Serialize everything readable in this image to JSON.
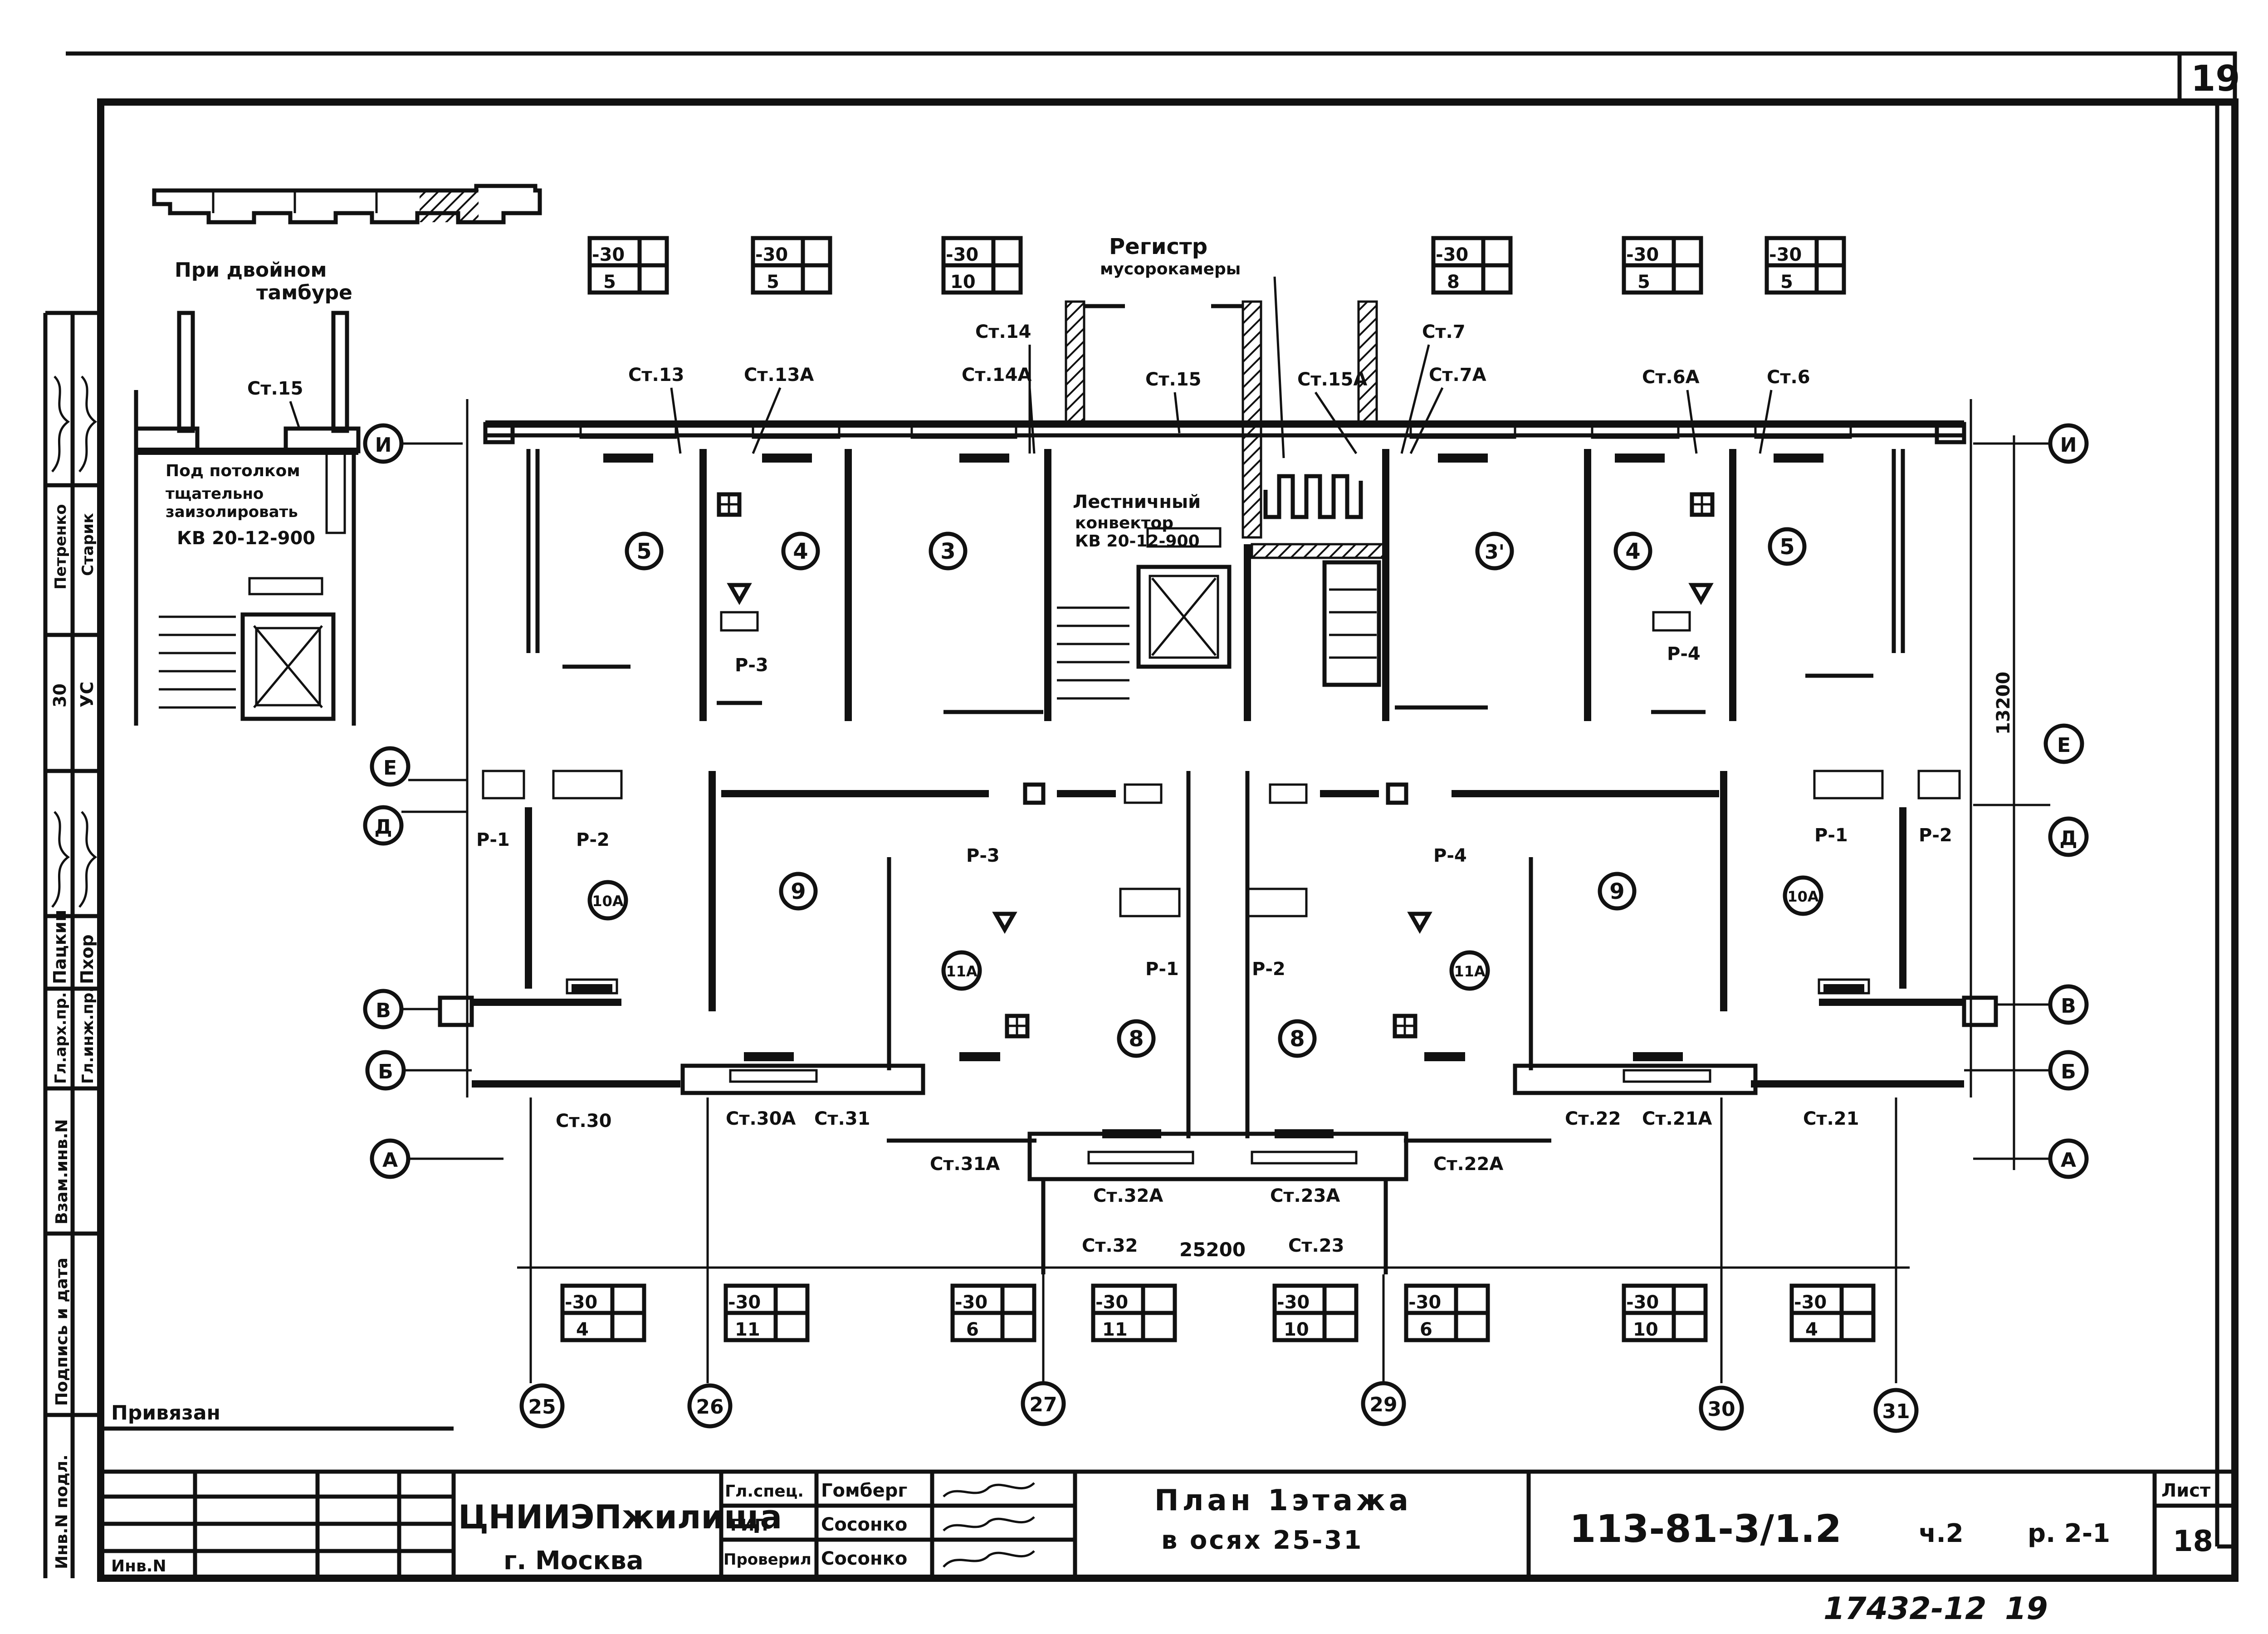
{
  "sheet": {
    "page_number_top": "19",
    "sheet_label": "Лист",
    "sheet_number": "18",
    "copy_number": "17432-12",
    "copy_page": "19"
  },
  "key_plan": {
    "icon": "key-plan-hatched-section-icon"
  },
  "vestibule": {
    "title_line1": "При двойном",
    "title_line2": "тамбуре",
    "riser": "Ст.15",
    "note_line1": "Под потолком",
    "note_line2": "тщательно",
    "note_line3": "заизолировать",
    "convector": "КВ 20-12-900"
  },
  "notes": {
    "register_title": "Регистр",
    "register_sub": "мусорокамеры",
    "stair_line1": "Лестничный",
    "stair_line2": "конвектор",
    "stair_convector": "КВ 20-12-900"
  },
  "temp_boxes_top": [
    {
      "t": "-30",
      "n": "5"
    },
    {
      "t": "-30",
      "n": "5"
    },
    {
      "t": "-30",
      "n": "10"
    },
    {
      "t": "-30",
      "n": "8"
    },
    {
      "t": "-30",
      "n": "5"
    },
    {
      "t": "-30",
      "n": "5"
    }
  ],
  "temp_boxes_bottom": [
    {
      "t": "-30",
      "n": "4"
    },
    {
      "t": "-30",
      "n": "11"
    },
    {
      "t": "-30",
      "n": "6"
    },
    {
      "t": "-30",
      "n": "11"
    },
    {
      "t": "-30",
      "n": "10"
    },
    {
      "t": "-30",
      "n": "6"
    },
    {
      "t": "-30",
      "n": "10"
    },
    {
      "t": "-30",
      "n": "4"
    }
  ],
  "risers_top": [
    "Ст.13",
    "Ст.13А",
    "Ст.14",
    "Ст.14А",
    "Ст.15",
    "Ст.15А",
    "Ст.7",
    "Ст.7А",
    "Ст.6А",
    "Ст.6"
  ],
  "risers_bottom": [
    "Ст.30",
    "Ст.30А",
    "Ст.31",
    "Ст.31А",
    "Ст.32А",
    "Ст.32",
    "Ст.23А",
    "Ст.23",
    "Ст.22А",
    "Ст.22",
    "Ст.21А",
    "Ст.21"
  ],
  "room_numbers": [
    "5",
    "4",
    "3",
    "3'",
    "4",
    "5",
    "9",
    "10А",
    "11А",
    "8",
    "8",
    "11А",
    "9",
    "10А"
  ],
  "risers_pipes": [
    "Р-3",
    "Р-4",
    "Р-1",
    "Р-2",
    "Р-3",
    "Р-1",
    "Р-2",
    "Р-4",
    "Р-1",
    "Р-2"
  ],
  "axes_rows": [
    "И",
    "Е",
    "Д",
    "В",
    "Б",
    "А"
  ],
  "axes_cols": [
    "25",
    "26",
    "27",
    "29",
    "30",
    "31"
  ],
  "dims": {
    "total_width": "25200",
    "total_depth": "13200"
  },
  "stamp": {
    "bound_label": "Привязан",
    "inv_label": "Инв.N",
    "org_line1": "ЦНИИЭПжилища",
    "org_line2": "г. Москва",
    "roles": [
      "Гл.спец.",
      "ГИП",
      "Проверил"
    ],
    "names": [
      "Гомберг",
      "Сосонко",
      "Сосонко"
    ],
    "title_line1": "План 1этажа",
    "title_line2": "в осях 25-31",
    "doc_code": "113-81-3/1.2",
    "part": "ч.2",
    "section": "р. 2-1"
  },
  "side_stamp": {
    "left_labels": [
      "Инв.N подл.",
      "Подпись и дата",
      "Взам.инв.N"
    ],
    "roles": [
      "Гл.арх.пр.",
      "Гл.инж.пр."
    ],
    "names": [
      "Пацкин",
      "Пхор"
    ],
    "extra": [
      "30",
      "УС"
    ],
    "names2": [
      "Петренко",
      "Старик"
    ]
  }
}
